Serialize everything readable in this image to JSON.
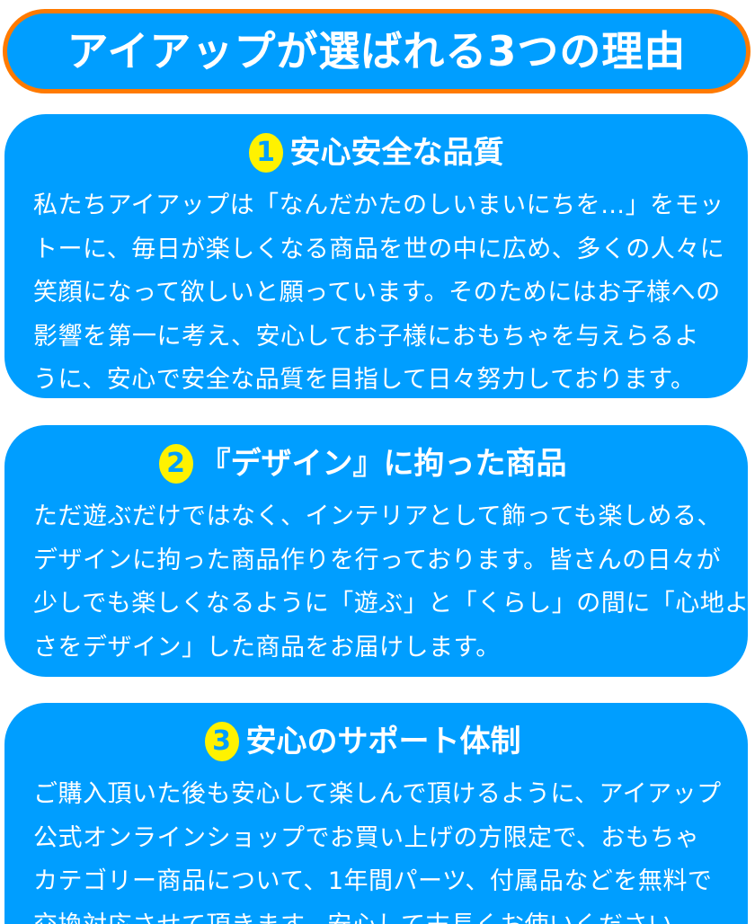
{
  "header": {
    "title": "アイアップが選ばれる3つの理由"
  },
  "colors": {
    "primary_blue": "#009eff",
    "header_border_orange": "#ff7a00",
    "badge_yellow": "#fff200",
    "text_white": "#ffffff"
  },
  "reasons": [
    {
      "number": "1",
      "title": "安心安全な品質",
      "body_lines": [
        "私たちアイアップは「なんだかたのしいまいにちを…」をモッ",
        "トーに、毎日が楽しくなる商品を世の中に広め、多くの人々に",
        "笑顔になって欲しいと願っています。そのためにはお子様への",
        "影響を第一に考え、安心してお子様におもちゃを与えらるよ",
        "うに、安心で安全な品質を目指して日々努力しております。"
      ]
    },
    {
      "number": "2",
      "title": "『デザイン』に拘った商品",
      "body_lines": [
        "ただ遊ぶだけではなく、インテリアとして飾っても楽しめる、",
        "デザインに拘った商品作りを行っております。皆さんの日々が",
        "少しでも楽しくなるように「遊ぶ」と「くらし」の間に「心地よ",
        "さをデザイン」した商品をお届けします。"
      ]
    },
    {
      "number": "3",
      "title": "安心のサポート体制",
      "body_lines": [
        "ご購入頂いた後も安心して楽しんで頂けるように、アイアップ",
        "公式オンラインショップでお買い上げの方限定で、おもちゃ",
        "カテゴリー商品について、1年間パーツ、付属品などを無料で",
        "交換対応させて頂きます。安心して末長くお使いください。"
      ]
    }
  ]
}
